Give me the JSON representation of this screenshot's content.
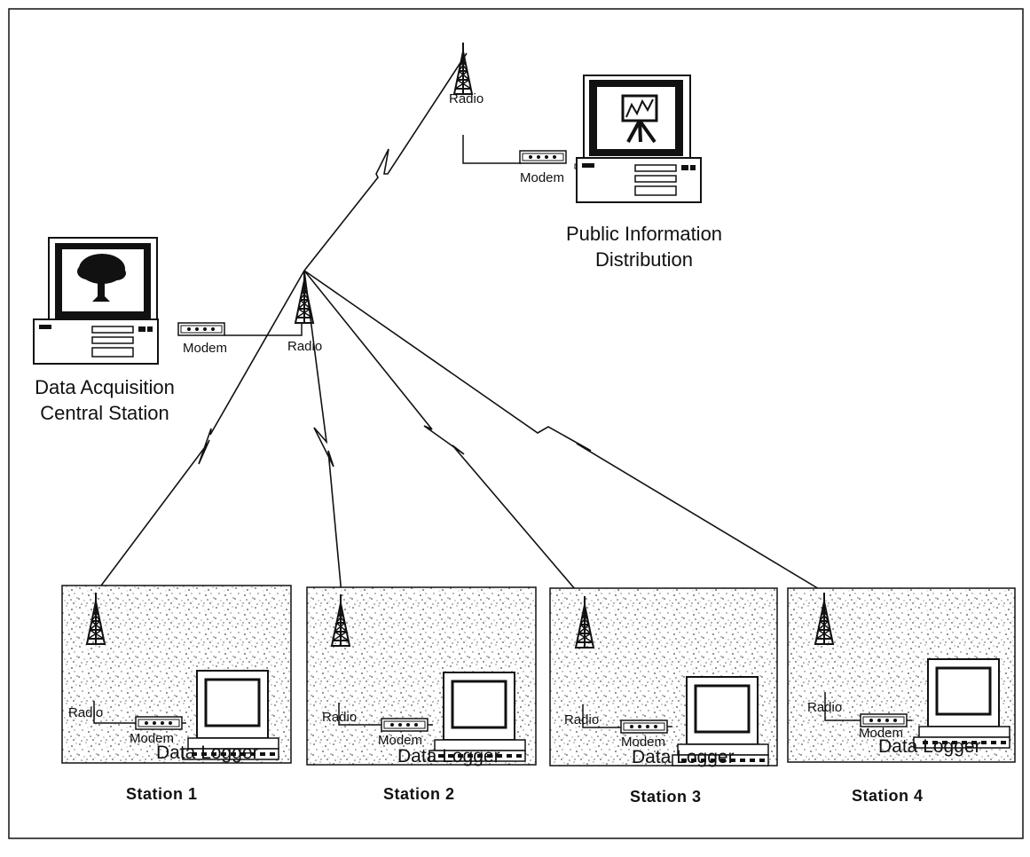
{
  "central": {
    "title_line1": "Data Acquisition",
    "title_line2": "Central Station",
    "radio_label": "Radio",
    "modem_label": "Modem"
  },
  "public": {
    "title_line1": "Public Information",
    "title_line2": "Distribution",
    "radio_label": "Radio",
    "modem_label": "Modem"
  },
  "stations": [
    {
      "name": "Station 1",
      "radio_label": "Radio",
      "modem_label": "Modem",
      "logger_label": "Data Logger"
    },
    {
      "name": "Station 2",
      "radio_label": "Radio",
      "modem_label": "Modem",
      "logger_label": "Data Logger"
    },
    {
      "name": "Station 3",
      "radio_label": "Radio",
      "modem_label": "Modem",
      "logger_label": "Data Logger"
    },
    {
      "name": "Station 4",
      "radio_label": "Radio",
      "modem_label": "Modem",
      "logger_label": "Data Logger"
    }
  ],
  "colors": {
    "ink": "#111111",
    "paper": "#ffffff",
    "speckle": "#555555"
  }
}
